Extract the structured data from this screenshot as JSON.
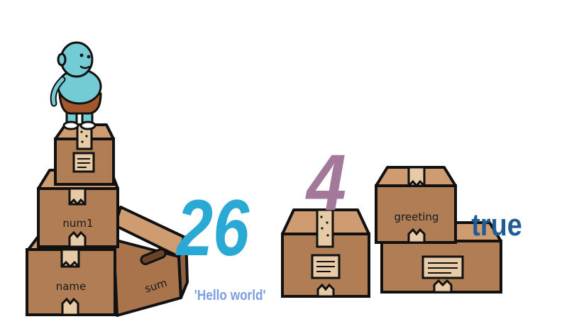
{
  "boxes": {
    "name": "name",
    "num1": "num1",
    "sum": "sum",
    "greeting": "greeting"
  },
  "values": {
    "number_26": "26",
    "number_4": "4",
    "hello": "'Hello world'",
    "bool_true": "true"
  },
  "colors": {
    "box_front": "#b07d55",
    "box_top": "#cf9c72",
    "box_dark": "#8f6240",
    "tape": "#e6cba6",
    "outline": "#111111",
    "num_26": "#2aa9d5",
    "num_4": "#a3789a",
    "hello_text": "#7b9ee2",
    "true_text": "#1f5b95",
    "character_skin": "#73cbd3",
    "character_pants": "#a4572b"
  },
  "icons": [
    "character-figure",
    "cardboard-box"
  ]
}
